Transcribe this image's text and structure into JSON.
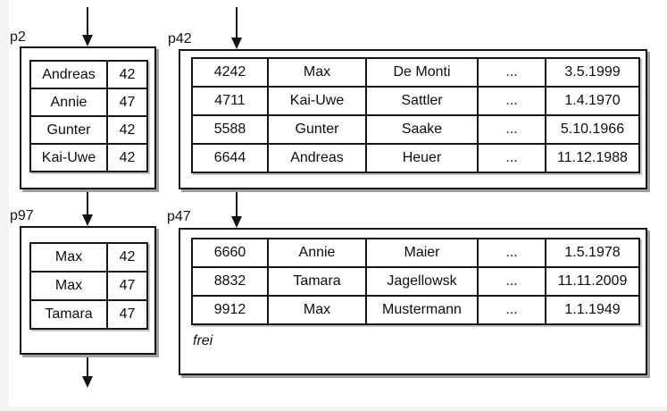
{
  "pages": {
    "p2": {
      "label": "p2",
      "rows": [
        [
          "Andreas",
          "42"
        ],
        [
          "Annie",
          "47"
        ],
        [
          "Gunter",
          "42"
        ],
        [
          "Kai-Uwe",
          "42"
        ]
      ]
    },
    "p42": {
      "label": "p42",
      "rows": [
        [
          "4242",
          "Max",
          "De Monti",
          "...",
          "3.5.1999"
        ],
        [
          "4711",
          "Kai-Uwe",
          "Sattler",
          "...",
          "1.4.1970"
        ],
        [
          "5588",
          "Gunter",
          "Saake",
          "...",
          "5.10.1966"
        ],
        [
          "6644",
          "Andreas",
          "Heuer",
          "...",
          "11.12.1988"
        ]
      ]
    },
    "p97": {
      "label": "p97",
      "rows": [
        [
          "Max",
          "42"
        ],
        [
          "Max",
          "47"
        ],
        [
          "Tamara",
          "47"
        ]
      ]
    },
    "p47": {
      "label": "p47",
      "rows": [
        [
          "6660",
          "Annie",
          "Maier",
          "...",
          "1.5.1978"
        ],
        [
          "8832",
          "Tamara",
          "Jagellowsk",
          "...",
          "11.11.2009"
        ],
        [
          "9912",
          "Max",
          "Mustermann",
          "...",
          "1.1.1949"
        ]
      ],
      "free_label": "frei"
    }
  },
  "arrows": [
    {
      "id": "arrow-into-p2",
      "from": "above",
      "to": "p2"
    },
    {
      "id": "arrow-into-p42",
      "from": "above",
      "to": "p42"
    },
    {
      "id": "arrow-p2-to-p97",
      "from": "p2",
      "to": "p97"
    },
    {
      "id": "arrow-p42-to-p47",
      "from": "p42",
      "to": "p47"
    },
    {
      "id": "arrow-out-of-p97",
      "from": "p97",
      "to": "below"
    }
  ],
  "colors": {
    "line": "#141414",
    "background": "#ffffff",
    "margin_strip": "#f4f4f4"
  }
}
